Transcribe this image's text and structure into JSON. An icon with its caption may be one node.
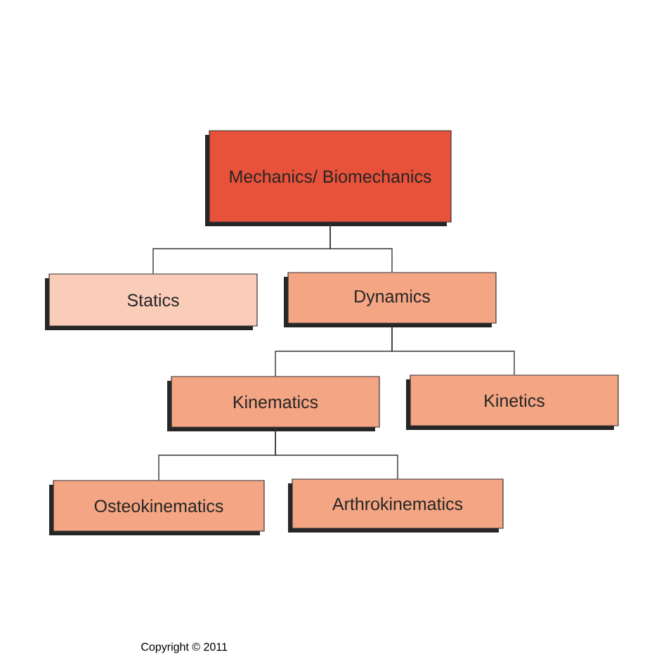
{
  "diagram": {
    "nodes": [
      {
        "text": [
          "Mechanics/ Biomechanics"
        ]
      },
      {
        "text": [
          "Statics"
        ]
      },
      {
        "text": [
          "Dynamics"
        ]
      },
      {
        "text": [
          "Kinematics"
        ]
      },
      {
        "text": [
          "Kinetics"
        ]
      },
      {
        "text": [
          "Osteokinematics"
        ]
      },
      {
        "text": [
          "Arthrokinematics"
        ]
      }
    ],
    "edges": [
      {
        "from": 0,
        "to": 1,
        "arrow": "none"
      },
      {
        "from": 0,
        "to": 2,
        "arrow": "none"
      },
      {
        "from": 2,
        "to": 3,
        "arrow": "none"
      },
      {
        "from": 2,
        "to": 4,
        "arrow": "none"
      },
      {
        "from": 3,
        "to": 5,
        "arrow": "none"
      },
      {
        "from": 3,
        "to": 6,
        "arrow": "none"
      }
    ],
    "labels": [
      "Copyright © 2011"
    ]
  }
}
